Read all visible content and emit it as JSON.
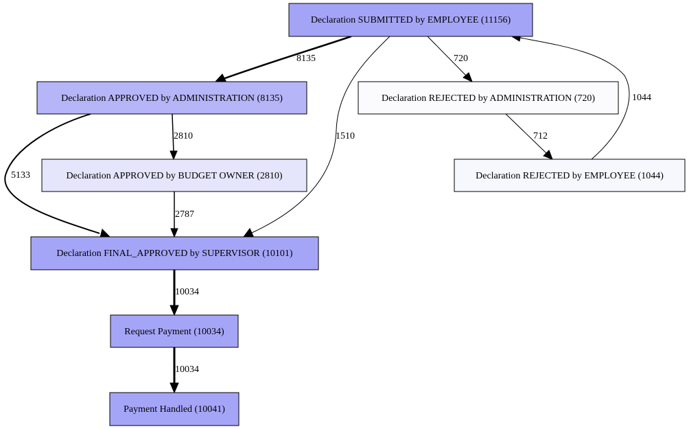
{
  "nodes": {
    "submitted": {
      "label": "Declaration SUBMITTED by EMPLOYEE (11156)",
      "fill": "#a4a4f7"
    },
    "approved_admin": {
      "label": "Declaration APPROVED by ADMINISTRATION (8135)",
      "fill": "#b5b5f8"
    },
    "rejected_admin": {
      "label": "Declaration REJECTED by ADMINISTRATION (720)",
      "fill": "#fbfbfe"
    },
    "approved_budget": {
      "label": "Declaration APPROVED by BUDGET OWNER (2810)",
      "fill": "#e5e5fc"
    },
    "rejected_employee": {
      "label": "Declaration REJECTED by EMPLOYEE (1044)",
      "fill": "#f7f7fe"
    },
    "final_approved": {
      "label": "Declaration FINAL_APPROVED by SUPERVISOR (10101)",
      "fill": "#a5a5f8"
    },
    "request_payment": {
      "label": "Request Payment (10034)",
      "fill": "#a5a5f8"
    },
    "payment_handled": {
      "label": "Payment Handled (10041)",
      "fill": "#a5a5f8"
    }
  },
  "edges": {
    "submitted_to_approved_admin": "8135",
    "submitted_to_final": "1510",
    "submitted_to_rejected_admin": "720",
    "rejected_employee_to_submitted": "1044",
    "approved_admin_to_budget": "2810",
    "approved_admin_to_final": "5133",
    "rejected_admin_to_rejected_employee": "712",
    "budget_to_final": "2787",
    "final_to_request": "10034",
    "request_to_handled": "10034"
  }
}
